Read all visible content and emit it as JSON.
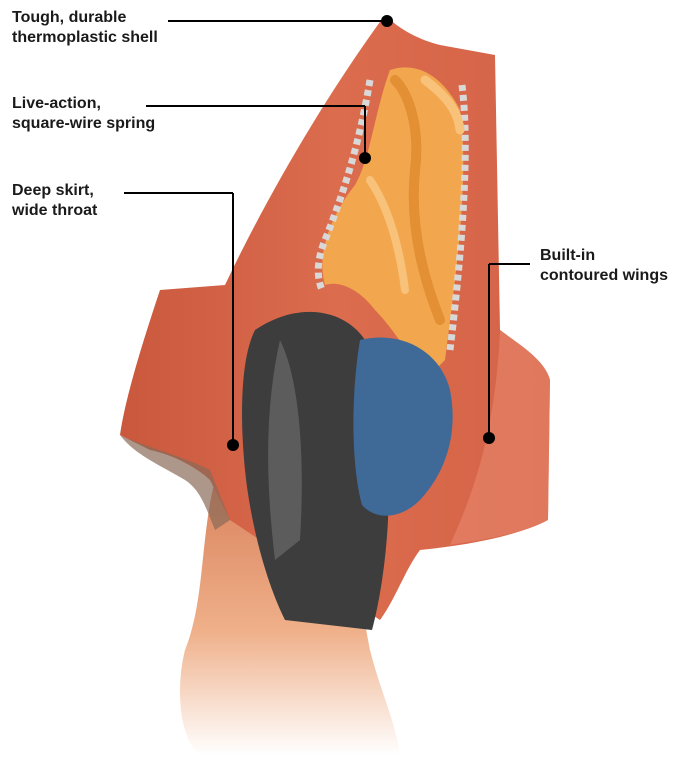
{
  "callouts": [
    {
      "id": "shell",
      "line1": "Tough, durable",
      "line2": "thermoplastic shell"
    },
    {
      "id": "spring",
      "line1": "Live-action,",
      "line2": "square-wire spring"
    },
    {
      "id": "skirt",
      "line1": "Deep skirt,",
      "line2": "wide throat"
    },
    {
      "id": "wings",
      "line1": "Built-in",
      "line2": "contoured wings"
    }
  ],
  "colors": {
    "shell": "#d8674a",
    "shell_shadow": "#b85238",
    "spring": "#f2a64e",
    "spring_wire": "#d8d8d8",
    "insulation": "#3d3d3d",
    "wire_blue": "#3f6a98",
    "wire_sheath": "#d9825c",
    "leader": "#000000"
  },
  "icons": [
    "wire-nut-illustration"
  ]
}
